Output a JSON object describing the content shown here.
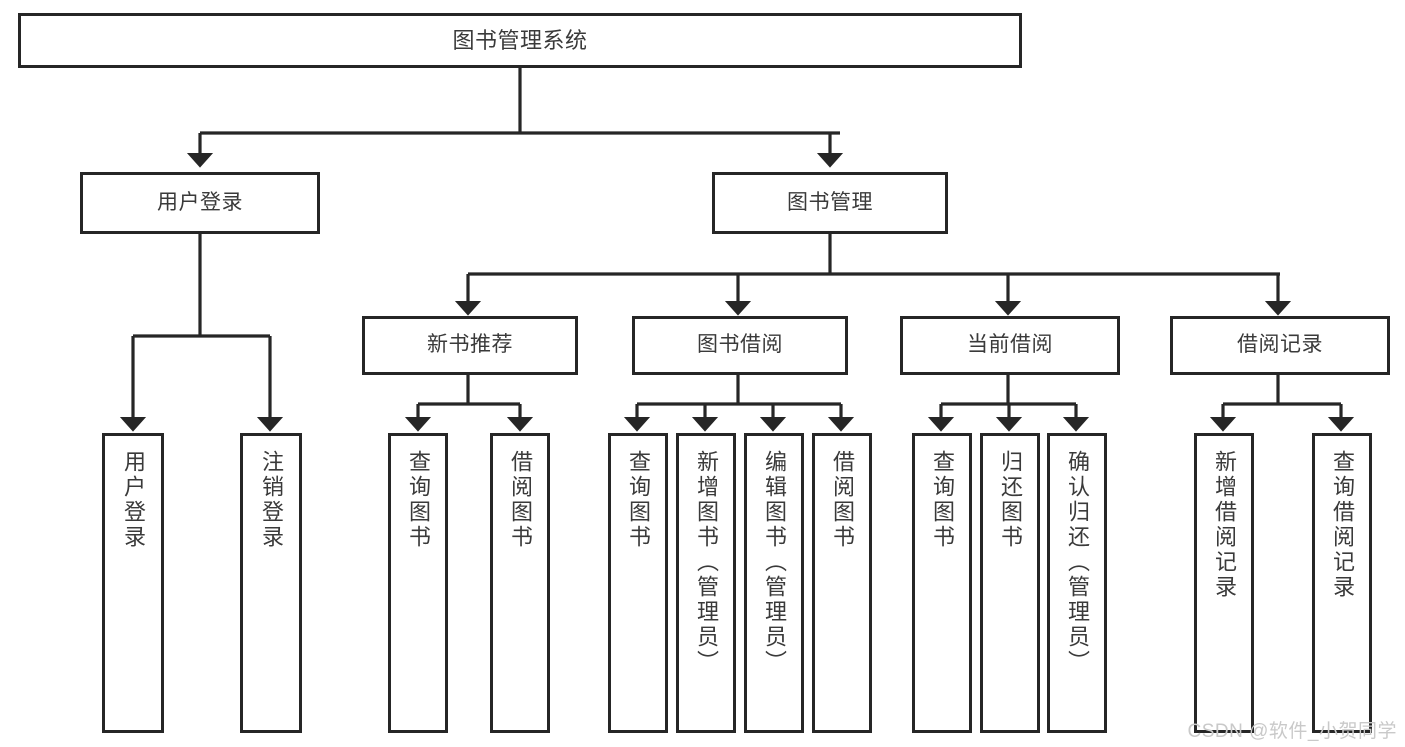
{
  "diagram": {
    "title": "图书管理系统",
    "watermark": "CSDN @软件_小贺同学",
    "colors": {
      "box_border": "#262626",
      "box_fill": "#ffffff",
      "text": "#3a3a3a",
      "connector": "#262626",
      "watermark": "#c9c9c9",
      "background": "#ffffff"
    },
    "nodes": {
      "root": {
        "label": "图书管理系统"
      },
      "level1": [
        {
          "label": "用户登录"
        },
        {
          "label": "图书管理"
        }
      ],
      "level2": [
        {
          "label": "新书推荐"
        },
        {
          "label": "图书借阅"
        },
        {
          "label": "当前借阅"
        },
        {
          "label": "借阅记录"
        }
      ],
      "leaves": {
        "user_login": [
          {
            "label": "用户登录"
          },
          {
            "label": "注销登录"
          }
        ],
        "new_book_recommend": [
          {
            "label": "查询图书"
          },
          {
            "label": "借阅图书"
          }
        ],
        "book_borrow": [
          {
            "label": "查询图书"
          },
          {
            "label": "新增图书（管理员）"
          },
          {
            "label": "编辑图书（管理员）"
          },
          {
            "label": "借阅图书"
          }
        ],
        "current_borrow": [
          {
            "label": "查询图书"
          },
          {
            "label": "归还图书"
          },
          {
            "label": "确认归还（管理员）"
          }
        ],
        "borrow_record": [
          {
            "label": "新增借阅记录"
          },
          {
            "label": "查询借阅记录"
          }
        ]
      }
    }
  }
}
